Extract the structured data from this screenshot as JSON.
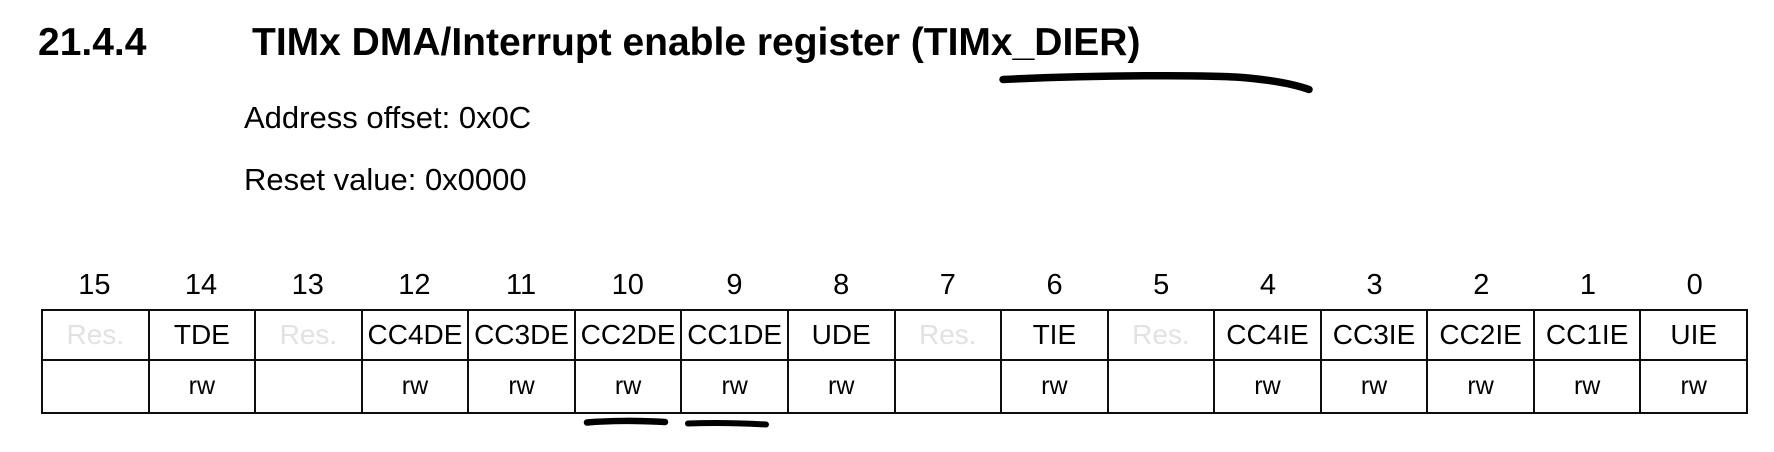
{
  "heading": {
    "section_number": "21.4.4",
    "title": "TIMx DMA/Interrupt enable register (TIMx_DIER)"
  },
  "info": {
    "address_offset": {
      "label": "Address offset:",
      "value": "0x0C"
    },
    "reset_value": {
      "label": "Reset value:",
      "value": "0x0000"
    }
  },
  "register": {
    "name": "TIMx_DIER",
    "bits": [
      {
        "bit": "15",
        "field": "Res.",
        "access": "",
        "reserved": true
      },
      {
        "bit": "14",
        "field": "TDE",
        "access": "rw",
        "reserved": false
      },
      {
        "bit": "13",
        "field": "Res.",
        "access": "",
        "reserved": true
      },
      {
        "bit": "12",
        "field": "CC4DE",
        "access": "rw",
        "reserved": false
      },
      {
        "bit": "11",
        "field": "CC3DE",
        "access": "rw",
        "reserved": false
      },
      {
        "bit": "10",
        "field": "CC2DE",
        "access": "rw",
        "reserved": false
      },
      {
        "bit": "9",
        "field": "CC1DE",
        "access": "rw",
        "reserved": false
      },
      {
        "bit": "8",
        "field": "UDE",
        "access": "rw",
        "reserved": false
      },
      {
        "bit": "7",
        "field": "Res.",
        "access": "",
        "reserved": true
      },
      {
        "bit": "6",
        "field": "TIE",
        "access": "rw",
        "reserved": false
      },
      {
        "bit": "5",
        "field": "Res.",
        "access": "",
        "reserved": true
      },
      {
        "bit": "4",
        "field": "CC4IE",
        "access": "rw",
        "reserved": false
      },
      {
        "bit": "3",
        "field": "CC3IE",
        "access": "rw",
        "reserved": false
      },
      {
        "bit": "2",
        "field": "CC2IE",
        "access": "rw",
        "reserved": false
      },
      {
        "bit": "1",
        "field": "CC1IE",
        "access": "rw",
        "reserved": false
      },
      {
        "bit": "0",
        "field": "UIE",
        "access": "rw",
        "reserved": false
      }
    ]
  },
  "hand_annotations": {
    "title_underline_under": "(TIMx_DIER)",
    "underlined_access_bits": [
      "10",
      "9"
    ]
  },
  "colors": {
    "ink": "#000000",
    "res_text": "#e2e2e2",
    "table_border": "#0d0d0d"
  }
}
